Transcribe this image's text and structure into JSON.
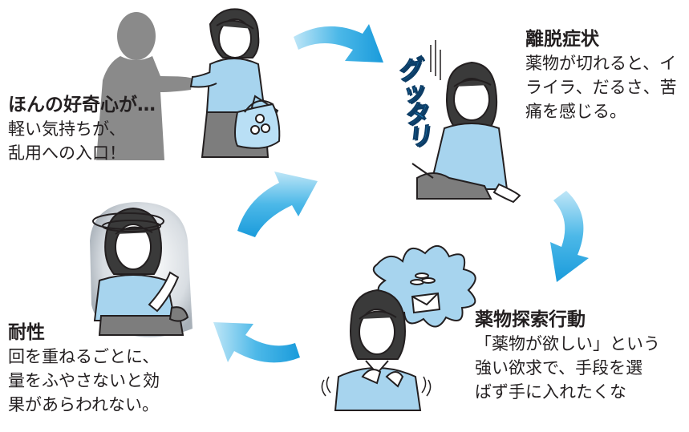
{
  "colors": {
    "arrow": "#29a8e0",
    "clothing": "#a7d4ee",
    "outline": "#231f20",
    "silhouette": "#808080",
    "skirt": "#7d7d7d"
  },
  "stages": {
    "curiosity": {
      "title": "ほんの好奇心が…",
      "lines": [
        "軽い気持ちが、",
        "乱用への入口！"
      ]
    },
    "withdrawal": {
      "title": "離脱症状",
      "lines": [
        "薬物が切れると、イ",
        "ライラ、だるさ、苦",
        "痛を感じる。"
      ]
    },
    "drug_seeking": {
      "title": "薬物探索行動",
      "lines": [
        "「薬物が欲しい」という",
        "強い欲求で、手段を選",
        "ばず手に入れたくな"
      ]
    },
    "tolerance": {
      "title": "耐性",
      "lines": [
        "回を重ねるごとに、",
        "量をふやさないと効",
        "果があらわれない。"
      ]
    }
  },
  "sound_effect": [
    "グ",
    "ッ",
    "タ",
    "リ"
  ]
}
